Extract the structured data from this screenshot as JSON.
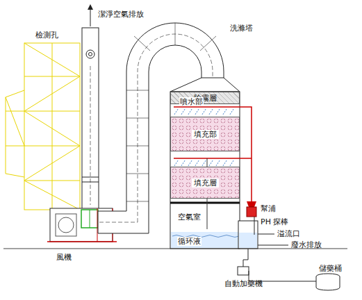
{
  "diagram": {
    "nodes": [
      {
        "text": [
          "除霧層"
        ]
      },
      {
        "text": [
          "填充部"
        ]
      },
      {
        "text": [
          "填充層"
        ]
      }
    ],
    "labels": [
      "潔淨空氣排放",
      "檢測孔",
      "洗滌塔",
      "噴水部",
      "空氣室",
      "循环液",
      "幫浦",
      "PH 探棒",
      "溢流口",
      "廢水排放",
      "風機",
      "自動加藥機",
      "儲藥桶"
    ]
  }
}
